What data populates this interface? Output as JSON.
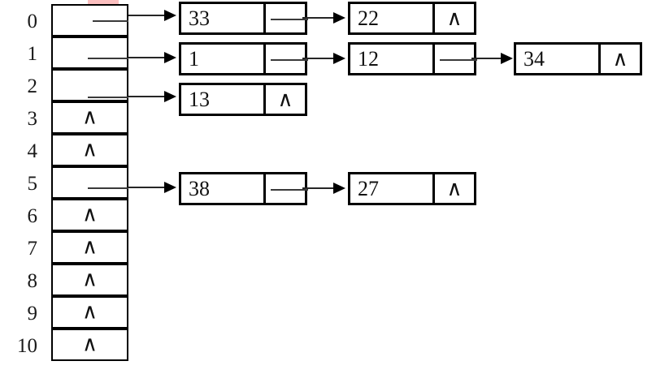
{
  "diagram": {
    "title": "hash-table-with-separate-chaining",
    "null_symbol": "∧",
    "colors": {
      "stroke": "#000000",
      "background": "#ffffff",
      "line": "#262626",
      "artifact": "#f9aaaa"
    },
    "array": {
      "name": "hash-table-array",
      "index_labels": [
        "0",
        "1",
        "2",
        "3",
        "4",
        "5",
        "6",
        "7",
        "8",
        "9",
        "10"
      ],
      "buckets": [
        {
          "index": "0",
          "empty": false,
          "null_symbol": ""
        },
        {
          "index": "1",
          "empty": false,
          "null_symbol": ""
        },
        {
          "index": "2",
          "empty": false,
          "null_symbol": ""
        },
        {
          "index": "3",
          "empty": true,
          "null_symbol": "∧"
        },
        {
          "index": "4",
          "empty": true,
          "null_symbol": "∧"
        },
        {
          "index": "5",
          "empty": false,
          "null_symbol": ""
        },
        {
          "index": "6",
          "empty": true,
          "null_symbol": "∧"
        },
        {
          "index": "7",
          "empty": true,
          "null_symbol": "∧"
        },
        {
          "index": "8",
          "empty": true,
          "null_symbol": "∧"
        },
        {
          "index": "9",
          "empty": true,
          "null_symbol": "∧"
        },
        {
          "index": "10",
          "empty": true,
          "null_symbol": "∧"
        }
      ]
    },
    "chains": [
      {
        "bucket": "0",
        "nodes": [
          {
            "key": "33",
            "next": "link"
          },
          {
            "key": "22",
            "next": "null",
            "null_symbol": "∧"
          }
        ]
      },
      {
        "bucket": "1",
        "nodes": [
          {
            "key": "1",
            "next": "link"
          },
          {
            "key": "12",
            "next": "link"
          },
          {
            "key": "34",
            "next": "null",
            "null_symbol": "∧"
          }
        ]
      },
      {
        "bucket": "2",
        "nodes": [
          {
            "key": "13",
            "next": "null",
            "null_symbol": "∧"
          }
        ]
      },
      {
        "bucket": "5",
        "nodes": [
          {
            "key": "38",
            "next": "link"
          },
          {
            "key": "27",
            "next": "null",
            "null_symbol": "∧"
          }
        ]
      }
    ]
  }
}
